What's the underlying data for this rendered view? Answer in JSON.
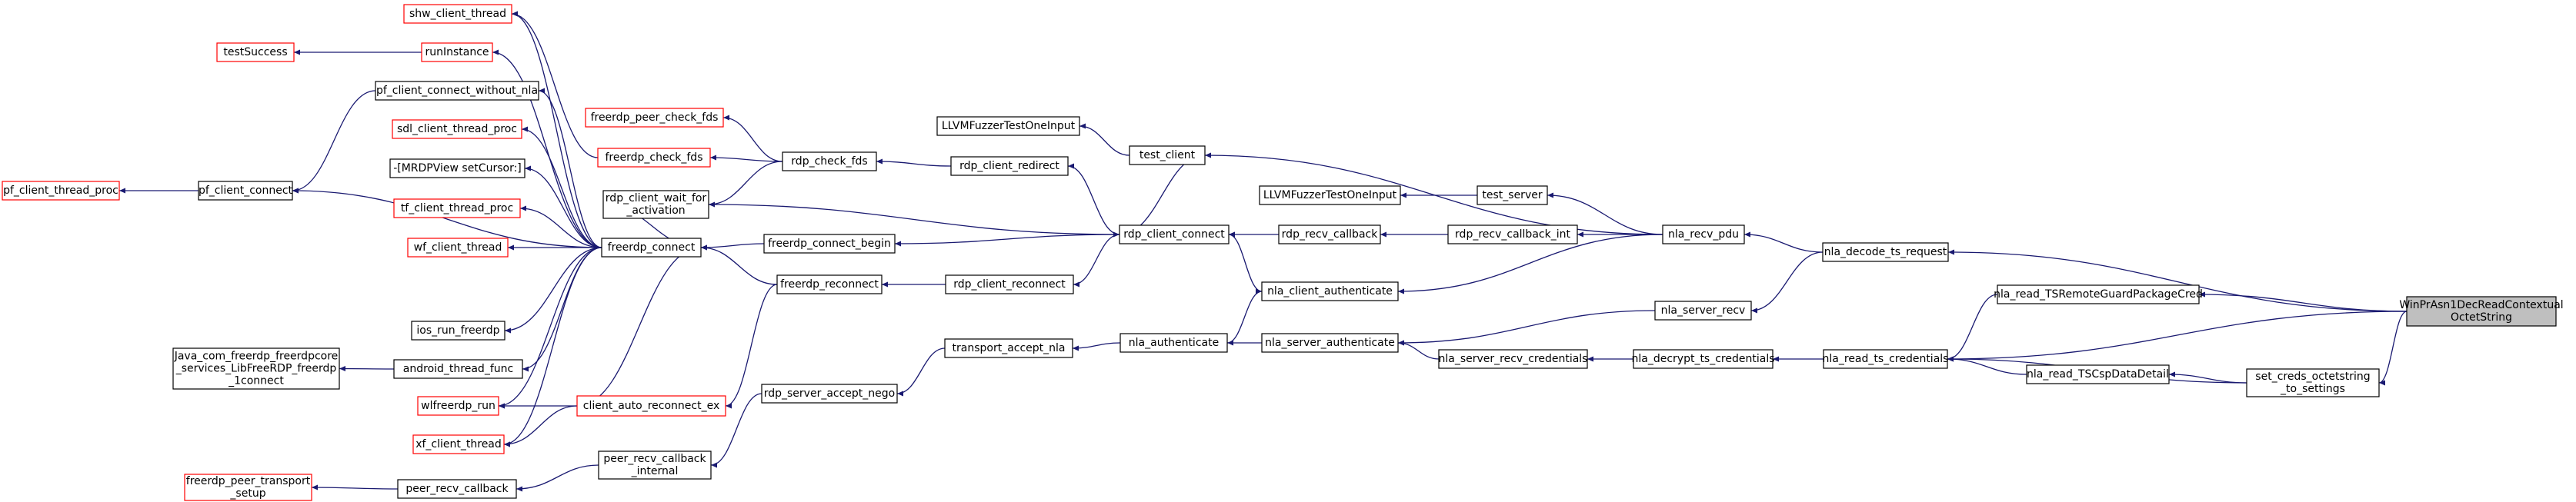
{
  "diagram": {
    "nodes": {
      "root": {
        "lines": [
          "WinPrAsn1DecReadContextual",
          "OctetString"
        ],
        "style": "root"
      },
      "shw_client_thread": {
        "lines": [
          "shw_client_thread"
        ],
        "style": "red"
      },
      "runInstance": {
        "lines": [
          "runInstance"
        ],
        "style": "red"
      },
      "testSuccess": {
        "lines": [
          "testSuccess"
        ],
        "style": "red"
      },
      "pf_client_connect_without_nla": {
        "lines": [
          "pf_client_connect_without_nla"
        ],
        "style": "black"
      },
      "sdl_client_thread_proc": {
        "lines": [
          "sdl_client_thread_proc"
        ],
        "style": "red"
      },
      "MRDPView_setCursor": {
        "lines": [
          "-[MRDPView setCursor:]"
        ],
        "style": "black"
      },
      "pf_client_thread_proc": {
        "lines": [
          "pf_client_thread_proc"
        ],
        "style": "red"
      },
      "pf_client_connect": {
        "lines": [
          "pf_client_connect"
        ],
        "style": "black"
      },
      "tf_client_thread_proc": {
        "lines": [
          "tf_client_thread_proc"
        ],
        "style": "red"
      },
      "wf_client_thread": {
        "lines": [
          "wf_client_thread"
        ],
        "style": "red"
      },
      "ios_run_freerdp": {
        "lines": [
          "ios_run_freerdp"
        ],
        "style": "black"
      },
      "java_connect": {
        "lines": [
          "Java_com_freerdp_freerdpcore",
          "_services_LibFreeRDP_freerdp",
          "_1connect"
        ],
        "style": "black"
      },
      "android_thread_func": {
        "lines": [
          "android_thread_func"
        ],
        "style": "black"
      },
      "wlfreerdp_run": {
        "lines": [
          "wlfreerdp_run"
        ],
        "style": "red"
      },
      "xf_client_thread": {
        "lines": [
          "xf_client_thread"
        ],
        "style": "red"
      },
      "freerdp_peer_transport_setup": {
        "lines": [
          "freerdp_peer_transport",
          "_setup"
        ],
        "style": "red"
      },
      "peer_recv_callback": {
        "lines": [
          "peer_recv_callback"
        ],
        "style": "black"
      },
      "freerdp_peer_check_fds": {
        "lines": [
          "freerdp_peer_check_fds"
        ],
        "style": "red"
      },
      "freerdp_check_fds": {
        "lines": [
          "freerdp_check_fds"
        ],
        "style": "red"
      },
      "rdp_client_wait_for_activation": {
        "lines": [
          "rdp_client_wait_for",
          "_activation"
        ],
        "style": "black"
      },
      "freerdp_connect": {
        "lines": [
          "freerdp_connect"
        ],
        "style": "black"
      },
      "client_auto_reconnect_ex": {
        "lines": [
          "client_auto_reconnect_ex"
        ],
        "style": "red"
      },
      "peer_recv_callback_internal": {
        "lines": [
          "peer_recv_callback",
          "_internal"
        ],
        "style": "black"
      },
      "rdp_check_fds": {
        "lines": [
          "rdp_check_fds"
        ],
        "style": "black"
      },
      "freerdp_connect_begin": {
        "lines": [
          "freerdp_connect_begin"
        ],
        "style": "black"
      },
      "freerdp_reconnect": {
        "lines": [
          "freerdp_reconnect"
        ],
        "style": "black"
      },
      "rdp_server_accept_nego": {
        "lines": [
          "rdp_server_accept_nego"
        ],
        "style": "black"
      },
      "rdp_client_redirect": {
        "lines": [
          "rdp_client_redirect"
        ],
        "style": "black"
      },
      "rdp_client_reconnect": {
        "lines": [
          "rdp_client_reconnect"
        ],
        "style": "black"
      },
      "transport_accept_nla": {
        "lines": [
          "transport_accept_nla"
        ],
        "style": "black"
      },
      "LLVMFuzzer1": {
        "lines": [
          "LLVMFuzzerTestOneInput"
        ],
        "style": "black"
      },
      "test_client": {
        "lines": [
          "test_client"
        ],
        "style": "black"
      },
      "rdp_client_connect": {
        "lines": [
          "rdp_client_connect"
        ],
        "style": "black"
      },
      "nla_authenticate": {
        "lines": [
          "nla_authenticate"
        ],
        "style": "black"
      },
      "LLVMFuzzer2": {
        "lines": [
          "LLVMFuzzerTestOneInput"
        ],
        "style": "black"
      },
      "rdp_recv_callback": {
        "lines": [
          "rdp_recv_callback"
        ],
        "style": "black"
      },
      "nla_client_authenticate": {
        "lines": [
          "nla_client_authenticate"
        ],
        "style": "black"
      },
      "nla_server_authenticate": {
        "lines": [
          "nla_server_authenticate"
        ],
        "style": "black"
      },
      "test_server": {
        "lines": [
          "test_server"
        ],
        "style": "black"
      },
      "rdp_recv_callback_int": {
        "lines": [
          "rdp_recv_callback_int"
        ],
        "style": "black"
      },
      "nla_server_recv_credentials": {
        "lines": [
          "nla_server_recv_credentials"
        ],
        "style": "black"
      },
      "nla_recv_pdu": {
        "lines": [
          "nla_recv_pdu"
        ],
        "style": "black"
      },
      "nla_server_recv": {
        "lines": [
          "nla_server_recv"
        ],
        "style": "black"
      },
      "nla_decrypt_ts_credentials": {
        "lines": [
          "nla_decrypt_ts_credentials"
        ],
        "style": "black"
      },
      "nla_decode_ts_request": {
        "lines": [
          "nla_decode_ts_request"
        ],
        "style": "black"
      },
      "nla_read_ts_credentials": {
        "lines": [
          "nla_read_ts_credentials"
        ],
        "style": "black"
      },
      "nla_read_TSRemoteGuardPackageCred": {
        "lines": [
          "nla_read_TSRemoteGuardPackageCred"
        ],
        "style": "black"
      },
      "nla_read_TSCspDataDetail": {
        "lines": [
          "nla_read_TSCspDataDetail"
        ],
        "style": "black"
      },
      "set_creds_octetstring_to_settings": {
        "lines": [
          "set_creds_octetstring",
          "_to_settings"
        ],
        "style": "black"
      }
    },
    "edges": [
      [
        "shw_client_thread",
        "freerdp_connect"
      ],
      [
        "runInstance",
        "freerdp_connect"
      ],
      [
        "testSuccess",
        "runInstance"
      ],
      [
        "pf_client_connect_without_nla",
        "freerdp_connect"
      ],
      [
        "pf_client_connect",
        "pf_client_connect_without_nla"
      ],
      [
        "pf_client_thread_proc",
        "pf_client_connect"
      ],
      [
        "pf_client_connect",
        "freerdp_connect"
      ],
      [
        "sdl_client_thread_proc",
        "freerdp_connect"
      ],
      [
        "MRDPView_setCursor",
        "freerdp_connect"
      ],
      [
        "tf_client_thread_proc",
        "freerdp_connect"
      ],
      [
        "wf_client_thread",
        "freerdp_connect"
      ],
      [
        "ios_run_freerdp",
        "freerdp_connect"
      ],
      [
        "android_thread_func",
        "freerdp_connect"
      ],
      [
        "java_connect",
        "android_thread_func"
      ],
      [
        "wlfreerdp_run",
        "freerdp_connect"
      ],
      [
        "xf_client_thread",
        "freerdp_connect"
      ],
      [
        "wlfreerdp_run",
        "client_auto_reconnect_ex"
      ],
      [
        "xf_client_thread",
        "client_auto_reconnect_ex"
      ],
      [
        "client_auto_reconnect_ex",
        "freerdp_connect"
      ],
      [
        "client_auto_reconnect_ex",
        "freerdp_reconnect"
      ],
      [
        "freerdp_peer_transport_setup",
        "peer_recv_callback"
      ],
      [
        "peer_recv_callback",
        "peer_recv_callback_internal"
      ],
      [
        "peer_recv_callback_internal",
        "rdp_server_accept_nego"
      ],
      [
        "rdp_server_accept_nego",
        "transport_accept_nla"
      ],
      [
        "transport_accept_nla",
        "nla_authenticate"
      ],
      [
        "shw_client_thread",
        "freerdp_check_fds"
      ],
      [
        "freerdp_check_fds",
        "rdp_check_fds"
      ],
      [
        "freerdp_peer_check_fds",
        "rdp_check_fds"
      ],
      [
        "rdp_client_wait_for_activation",
        "rdp_check_fds"
      ],
      [
        "freerdp_connect",
        "rdp_client_wait_for_activation"
      ],
      [
        "rdp_check_fds",
        "rdp_client_redirect"
      ],
      [
        "rdp_client_redirect",
        "rdp_client_connect"
      ],
      [
        "freerdp_connect",
        "freerdp_connect_begin"
      ],
      [
        "freerdp_connect_begin",
        "rdp_client_connect"
      ],
      [
        "freerdp_connect",
        "freerdp_reconnect"
      ],
      [
        "freerdp_reconnect",
        "rdp_client_reconnect"
      ],
      [
        "rdp_client_reconnect",
        "rdp_client_connect"
      ],
      [
        "rdp_client_connect",
        "rdp_client_wait_for_activation"
      ],
      [
        "LLVMFuzzer1",
        "test_client"
      ],
      [
        "test_client",
        "rdp_client_connect"
      ],
      [
        "rdp_client_connect",
        "rdp_recv_callback"
      ],
      [
        "test_client",
        "nla_recv_pdu"
      ],
      [
        "rdp_client_connect",
        "nla_client_authenticate"
      ],
      [
        "nla_client_authenticate",
        "nla_authenticate"
      ],
      [
        "nla_authenticate",
        "nla_server_authenticate"
      ],
      [
        "LLVMFuzzer2",
        "test_server"
      ],
      [
        "test_server",
        "nla_recv_pdu"
      ],
      [
        "rdp_recv_callback",
        "rdp_recv_callback_int"
      ],
      [
        "rdp_recv_callback_int",
        "nla_recv_pdu"
      ],
      [
        "nla_client_authenticate",
        "nla_recv_pdu"
      ],
      [
        "nla_server_authenticate",
        "nla_server_recv"
      ],
      [
        "nla_server_authenticate",
        "nla_server_recv_credentials"
      ],
      [
        "nla_server_recv_credentials",
        "nla_decrypt_ts_credentials"
      ],
      [
        "nla_server_recv",
        "nla_decode_ts_request"
      ],
      [
        "nla_recv_pdu",
        "nla_decode_ts_request"
      ],
      [
        "nla_decrypt_ts_credentials",
        "nla_read_ts_credentials"
      ],
      [
        "nla_decode_ts_request",
        "root"
      ],
      [
        "nla_read_ts_credentials",
        "nla_read_TSRemoteGuardPackageCred"
      ],
      [
        "nla_read_ts_credentials",
        "nla_read_TSCspDataDetail"
      ],
      [
        "nla_read_ts_credentials",
        "set_creds_octetstring_to_settings"
      ],
      [
        "nla_read_TSRemoteGuardPackageCred",
        "root"
      ],
      [
        "nla_read_ts_credentials",
        "root"
      ],
      [
        "nla_read_TSCspDataDetail",
        "set_creds_octetstring_to_settings"
      ],
      [
        "set_creds_octetstring_to_settings",
        "root"
      ]
    ]
  }
}
